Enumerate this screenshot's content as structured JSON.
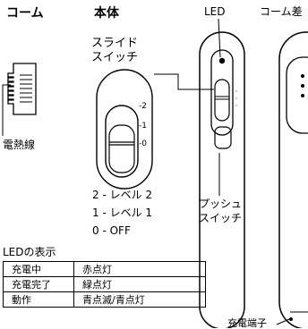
{
  "labels": {
    "comb": "コーム",
    "body": "本体",
    "led": "LED",
    "comb_insert": "コーム差",
    "slide_switch_line1": "スライド",
    "slide_switch_line2": "スイッチ",
    "heating_wire": "電熱線",
    "push_switch_line1": "プッシュ",
    "push_switch_line2": "スイッチ",
    "charging_terminal": "充電端子"
  },
  "slide_ticks": [
    "-2",
    "-1",
    "-0"
  ],
  "levels": [
    "2 - レベル 2",
    "1 - レベル 1",
    "0 - OFF"
  ],
  "led_display": {
    "title": "LEDの表示",
    "rows": [
      [
        "充電中",
        "赤点灯"
      ],
      [
        "充電完了",
        "緑点灯"
      ],
      [
        "動作",
        "青点滅/青点灯"
      ]
    ]
  }
}
